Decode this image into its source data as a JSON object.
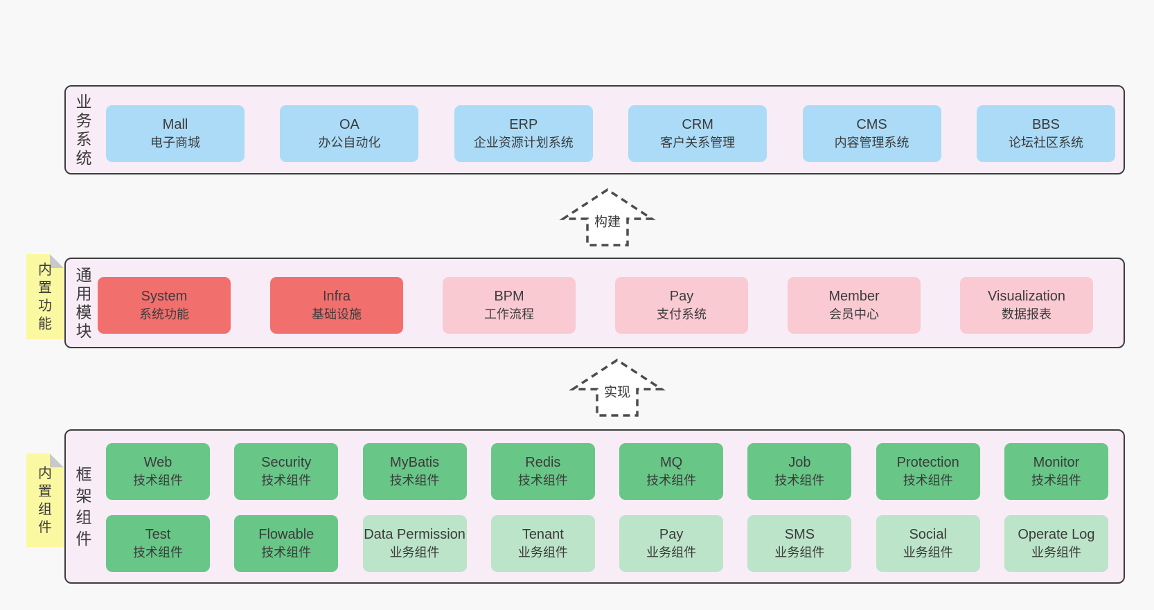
{
  "colors": {
    "page_bg": "#f8f8f8",
    "panel_bg": "#f8ecf6",
    "panel_border": "#3c3c3c",
    "blue": "#abdbf7",
    "red": "#f1706e",
    "pink": "#facad3",
    "green": "#68c687",
    "lightgreen": "#bce4c8",
    "yellow": "#fbf8a2",
    "fold": "#c9c9c9",
    "text": "#3b3b3b",
    "arrow": "#4c4c4c"
  },
  "arrows": [
    {
      "label": "构建"
    },
    {
      "label": "实现"
    }
  ],
  "layers": [
    {
      "id": "business-systems",
      "label": "业务系统",
      "boxes": [
        {
          "name": "Mall",
          "desc": "电子商城",
          "type": "blue"
        },
        {
          "name": "OA",
          "desc": "办公自动化",
          "type": "blue"
        },
        {
          "name": "ERP",
          "desc": "企业资源计划系统",
          "type": "blue"
        },
        {
          "name": "CRM",
          "desc": "客户关系管理",
          "type": "blue"
        },
        {
          "name": "CMS",
          "desc": "内容管理系统",
          "type": "blue"
        },
        {
          "name": "BBS",
          "desc": "论坛社区系统",
          "type": "blue"
        }
      ]
    },
    {
      "id": "common-modules",
      "label": "通用模块",
      "note": "内置功能",
      "boxes": [
        {
          "name": "System",
          "desc": "系统功能",
          "type": "red"
        },
        {
          "name": "Infra",
          "desc": "基础设施",
          "type": "red"
        },
        {
          "name": "BPM",
          "desc": "工作流程",
          "type": "pink"
        },
        {
          "name": "Pay",
          "desc": "支付系统",
          "type": "pink"
        },
        {
          "name": "Member",
          "desc": "会员中心",
          "type": "pink"
        },
        {
          "name": "Visualization",
          "desc": "数据报表",
          "type": "pink"
        }
      ]
    },
    {
      "id": "framework-components",
      "label": "框架组件",
      "note": "内置组件",
      "rows": [
        [
          {
            "name": "Web",
            "desc": "技术组件",
            "type": "green"
          },
          {
            "name": "Security",
            "desc": "技术组件",
            "type": "green"
          },
          {
            "name": "MyBatis",
            "desc": "技术组件",
            "type": "green"
          },
          {
            "name": "Redis",
            "desc": "技术组件",
            "type": "green"
          },
          {
            "name": "MQ",
            "desc": "技术组件",
            "type": "green"
          },
          {
            "name": "Job",
            "desc": "技术组件",
            "type": "green"
          },
          {
            "name": "Protection",
            "desc": "技术组件",
            "type": "green"
          },
          {
            "name": "Monitor",
            "desc": "技术组件",
            "type": "green"
          }
        ],
        [
          {
            "name": "Test",
            "desc": "技术组件",
            "type": "green"
          },
          {
            "name": "Flowable",
            "desc": "技术组件",
            "type": "green"
          },
          {
            "name": "Data Permission",
            "desc": "业务组件",
            "type": "lightgreen"
          },
          {
            "name": "Tenant",
            "desc": "业务组件",
            "type": "lightgreen"
          },
          {
            "name": "Pay",
            "desc": "业务组件",
            "type": "lightgreen"
          },
          {
            "name": "SMS",
            "desc": "业务组件",
            "type": "lightgreen"
          },
          {
            "name": "Social",
            "desc": "业务组件",
            "type": "lightgreen"
          },
          {
            "name": "Operate Log",
            "desc": "业务组件",
            "type": "lightgreen"
          }
        ]
      ]
    }
  ]
}
